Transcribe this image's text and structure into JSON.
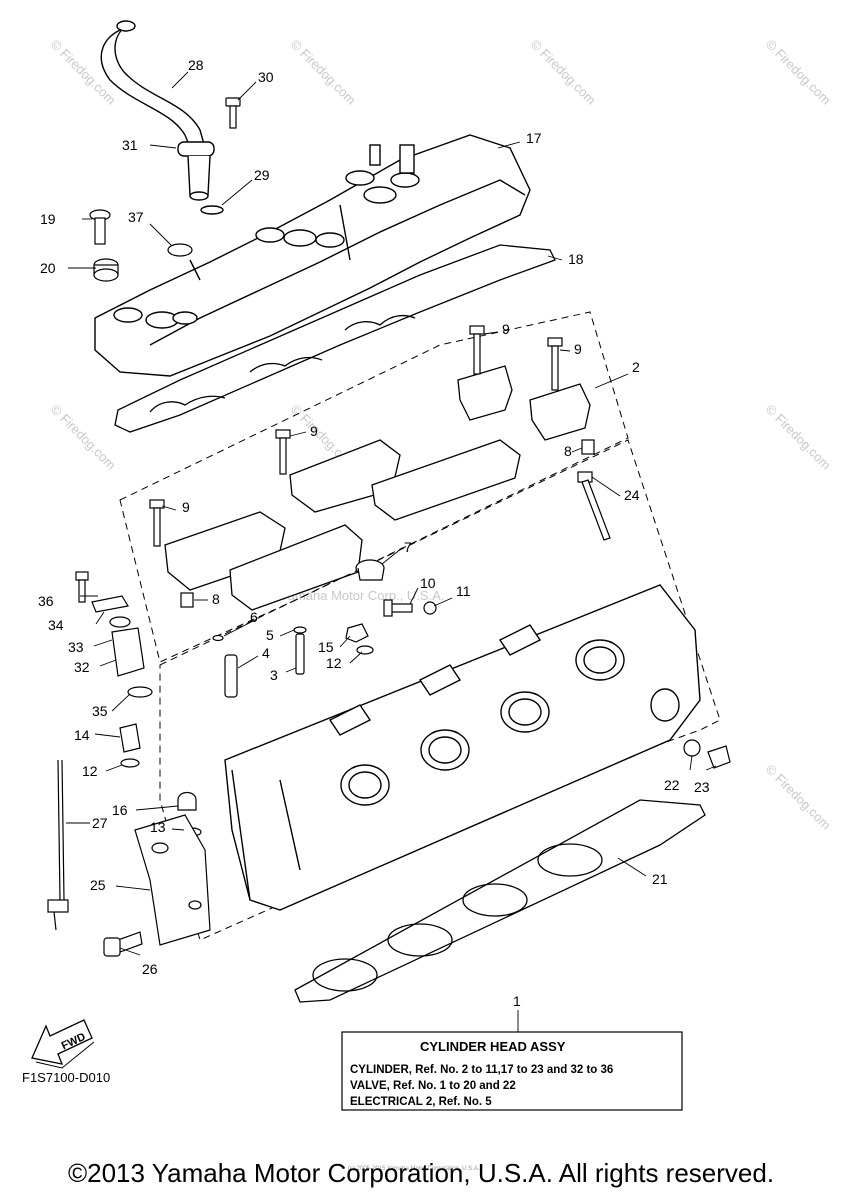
{
  "watermark": "© Firedog.com",
  "watermark_center": "Yamaha Motor Corp., U.S.A.",
  "callouts": [
    "1",
    "2",
    "3",
    "4",
    "5",
    "6",
    "7",
    "8",
    "9",
    "10",
    "11",
    "12",
    "13",
    "14",
    "15",
    "16",
    "17",
    "18",
    "19",
    "20",
    "21",
    "22",
    "23",
    "24",
    "25",
    "26",
    "27",
    "28",
    "29",
    "30",
    "31",
    "32",
    "33",
    "34",
    "35",
    "36",
    "37"
  ],
  "fwd_label": "FWD",
  "diagram_code": "F1S7100-D010",
  "legend_box": {
    "title": "CYLINDER HEAD ASSY",
    "lines": [
      "CYLINDER, Ref. No. 2 to 11,17 to 23 and 32 to 36",
      "VALVE, Ref. No. 1 to 20 and 22",
      "ELECTRICAL 2, Ref. No. 5"
    ]
  },
  "small_copyright": "(c) 2005-2015 Yamaha Motor Corporation, U.S.A.",
  "copyright": "©2013 Yamaha Motor Corporation, U.S.A. All rights reserved."
}
